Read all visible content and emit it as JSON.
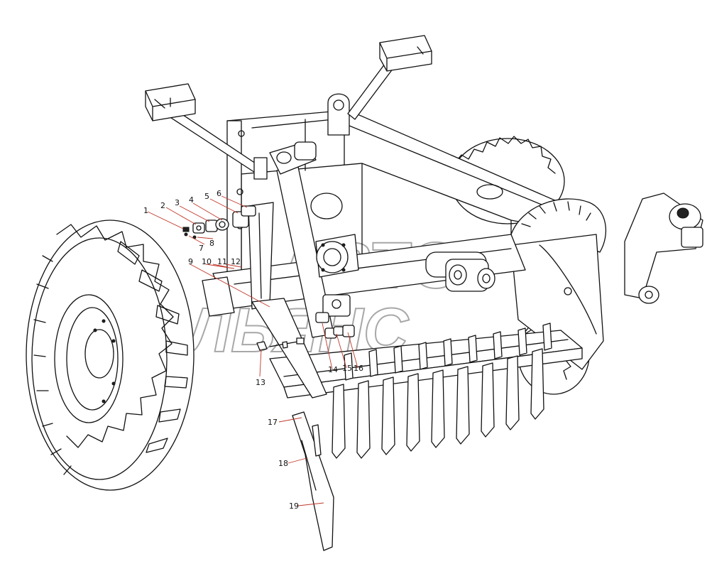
{
  "watermark": {
    "line1": "АВТО",
    "line2": "АЛЬЯНС"
  },
  "callouts": {
    "c1": "1",
    "c2": "2",
    "c3": "3",
    "c4": "4",
    "c5": "5",
    "c6": "6",
    "c7": "7",
    "c8": "8",
    "c9": "9",
    "c10": "10",
    "c11": "11",
    "c12": "12",
    "c13": "13",
    "c14": "14",
    "c15": "15",
    "c16": "16",
    "c17": "17",
    "c18": "18",
    "c19": "19"
  },
  "colors": {
    "line": "#111111",
    "leader": "#c0392b",
    "watermark": "#a8a8a8"
  }
}
